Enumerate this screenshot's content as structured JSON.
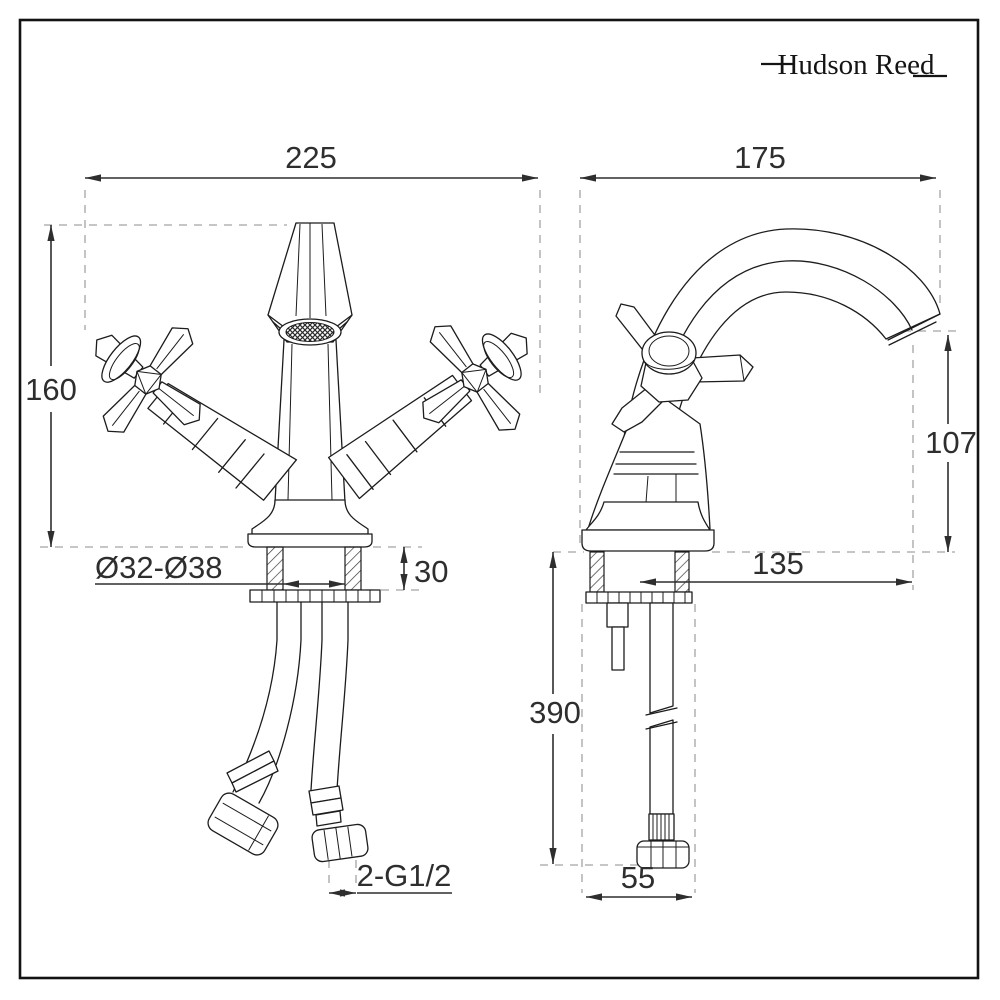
{
  "brand": {
    "logo": "Hudson Reed"
  },
  "views": {
    "front": "front elevation of basin mixer tap with cross handles",
    "side": "side elevation of basin mixer tap with gooseneck spout"
  },
  "dimensions": {
    "front_overall_width": "225",
    "side_overall_depth": "175",
    "body_height_above_deck": "160",
    "spout_outlet_height": "107",
    "deck_thickness": "30",
    "mounting_hole_diameter": "Ø32-Ø38",
    "under_deck_drop": "390",
    "spout_reach": "135",
    "under_deck_width": "55",
    "inlet_thread": "2-G1/2"
  }
}
